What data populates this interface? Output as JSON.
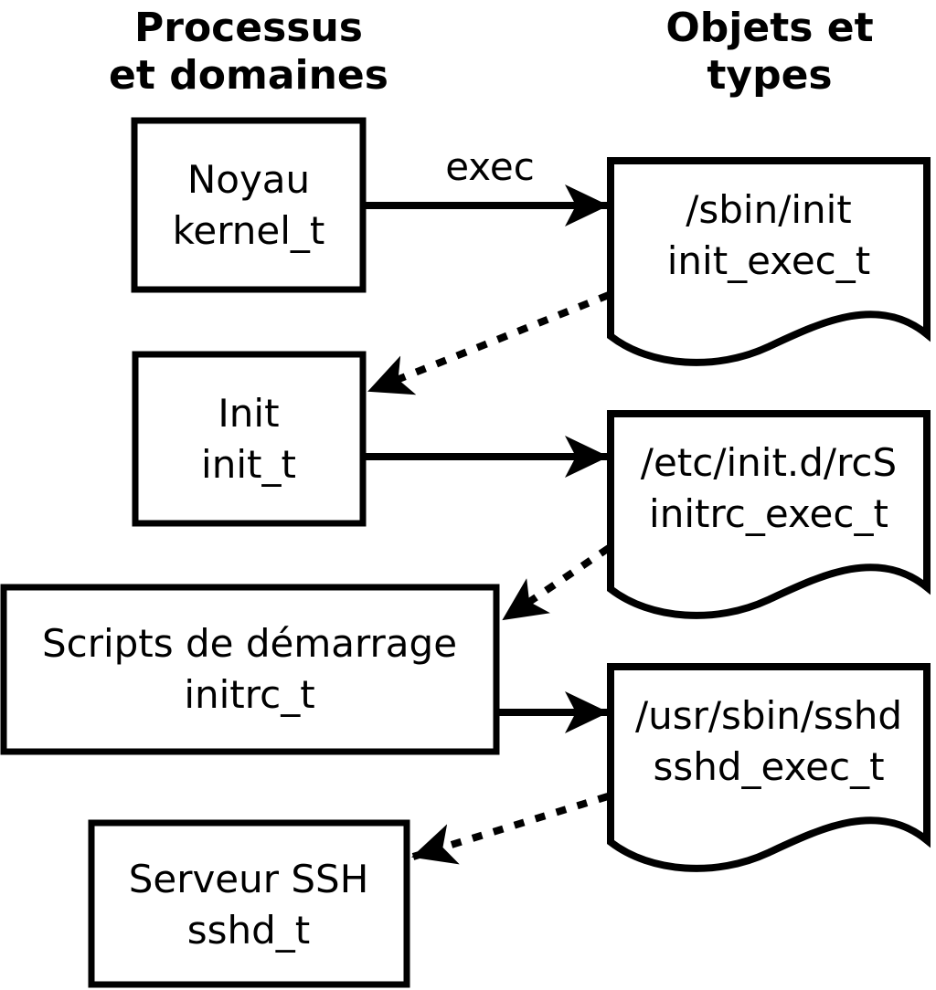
{
  "diagram": {
    "kind": "selinux-domain-transition-diagram",
    "columns": {
      "left_header": {
        "line1": "Processus",
        "line2": "et domaines"
      },
      "right_header": {
        "line1": "Objets et",
        "line2": "types"
      }
    },
    "process_boxes": [
      {
        "label": "Noyau",
        "domain": "kernel_t"
      },
      {
        "label": "Init",
        "domain": "init_t"
      },
      {
        "label": "Scripts de démarrage",
        "domain": "initrc_t"
      },
      {
        "label": "Serveur SSH",
        "domain": "sshd_t"
      }
    ],
    "object_docs": [
      {
        "path": "/sbin/init",
        "type": "init_exec_t"
      },
      {
        "path": "/etc/init.d/rcS",
        "type": "initrc_exec_t"
      },
      {
        "path": "/usr/sbin/sshd",
        "type": "sshd_exec_t"
      }
    ],
    "arrows": {
      "exec_label": "exec",
      "solid_meaning": "exec",
      "dotted_count": 3,
      "solid_count": 3
    },
    "colors": {
      "stroke": "#000000",
      "fill": "#ffffff"
    }
  }
}
